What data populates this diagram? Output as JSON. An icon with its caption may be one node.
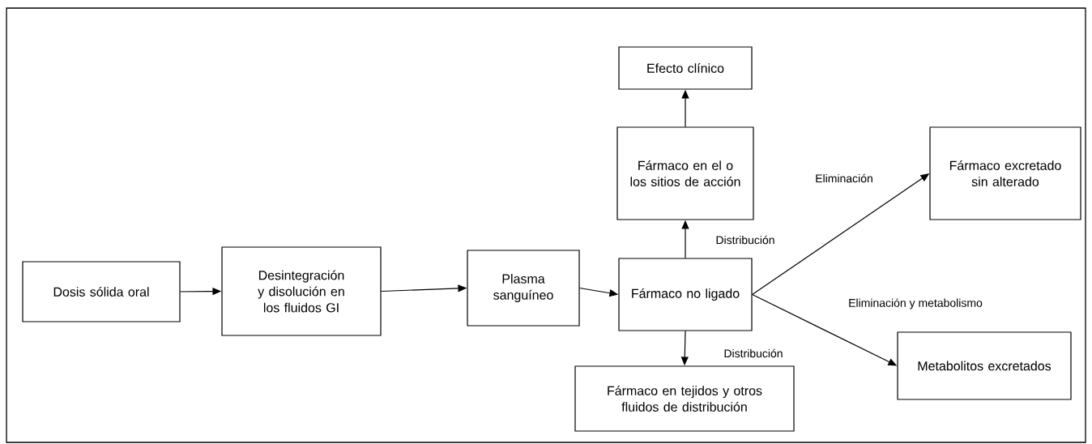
{
  "diagram": {
    "nodes": [
      {
        "text": [
          "Dosis sólida oral"
        ]
      },
      {
        "text": [
          "Desintegración y disolución en los fluidos GI"
        ]
      },
      {
        "text": [
          "Plasma sanguíneo"
        ]
      },
      {
        "text": [
          "Fármaco no ligado"
        ]
      },
      {
        "text": [
          "Fármaco en el o los sitios de acción"
        ]
      },
      {
        "text": [
          "Efecto clínico"
        ]
      },
      {
        "text": [
          "Fármaco en tejidos y otros fluidos de distribución"
        ]
      },
      {
        "text": [
          "Fármaco excretado sin alterado"
        ]
      },
      {
        "text": [
          "Metabolitos excretados"
        ]
      }
    ],
    "edges": [
      {
        "from": 0,
        "to": 1,
        "arrow": "to"
      },
      {
        "from": 1,
        "to": 2,
        "arrow": "to"
      },
      {
        "from": 2,
        "to": 3,
        "arrow": "to"
      },
      {
        "from": 3,
        "to": 4,
        "arrow": "to",
        "label": "Distribución"
      },
      {
        "from": 4,
        "to": 5,
        "arrow": "to"
      },
      {
        "from": 3,
        "to": 6,
        "arrow": "to",
        "label": "Distribución"
      },
      {
        "from": 3,
        "to": 7,
        "arrow": "to",
        "label": "Eliminación"
      },
      {
        "from": 3,
        "to": 8,
        "arrow": "to",
        "label": "Eliminación y metabolismo"
      }
    ]
  }
}
